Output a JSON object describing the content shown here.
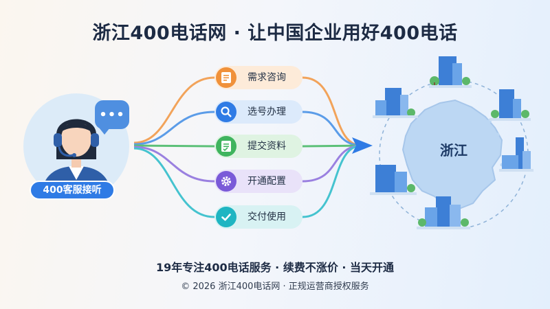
{
  "header": {
    "title": "浙江400电话网 · 让中国企业用好400电话"
  },
  "agent": {
    "badge_label": "400客服接听",
    "bubble_text": "•••",
    "icon": "headset-agent-icon"
  },
  "steps": [
    {
      "label": "需求咨询",
      "icon": "document-icon",
      "color": "#f0913a",
      "bg": "#fdebd9"
    },
    {
      "label": "选号办理",
      "icon": "search-icon",
      "color": "#2f7be5",
      "bg": "#dceafb"
    },
    {
      "label": "提交资料",
      "icon": "form-icon",
      "color": "#3fb45e",
      "bg": "#dff3e2"
    },
    {
      "label": "开通配置",
      "icon": "gear-icon",
      "color": "#7a5ad8",
      "bg": "#e9e2f9"
    },
    {
      "label": "交付使用",
      "icon": "check-icon",
      "color": "#1fb5c2",
      "bg": "#d8f2f3"
    }
  ],
  "map": {
    "label": "浙江",
    "icon": "zhejiang-map-icon",
    "city_icon": "building-icon"
  },
  "footer": {
    "tagline": "19年专注400电话服务 · 续费不涨价 · 当天开通",
    "copyright": "© 2026 浙江400电话网 · 正规运营商授权服务"
  }
}
